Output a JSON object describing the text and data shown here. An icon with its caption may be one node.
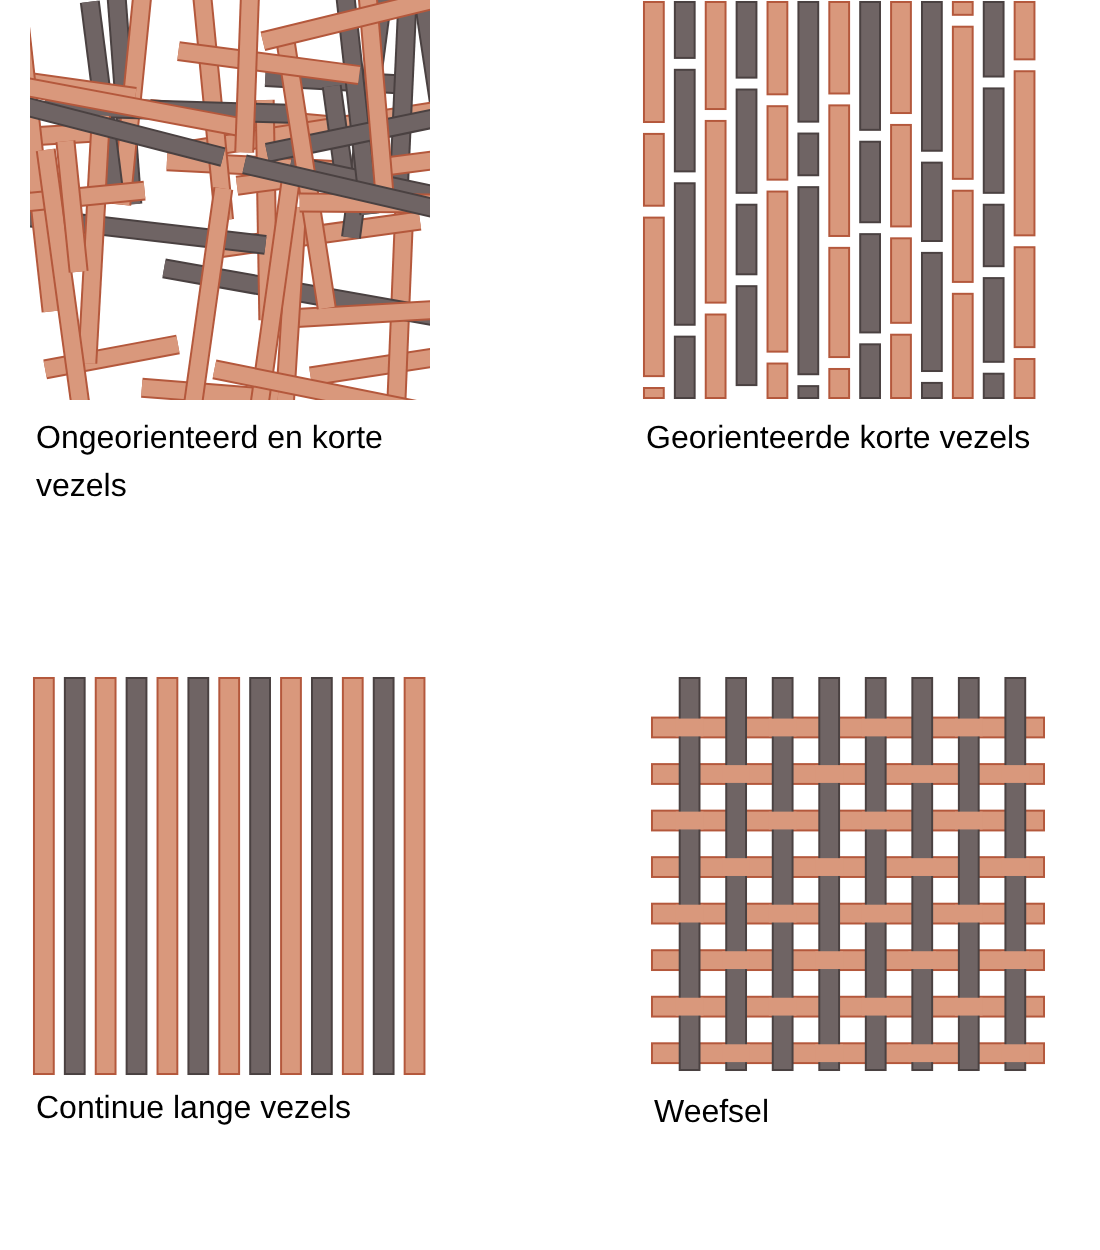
{
  "diagram": {
    "labels": [
      "Ongeorienteerd en korte vezels",
      "Georienteerde korte vezels",
      "Continue lange vezels",
      "Weefsel"
    ]
  }
}
